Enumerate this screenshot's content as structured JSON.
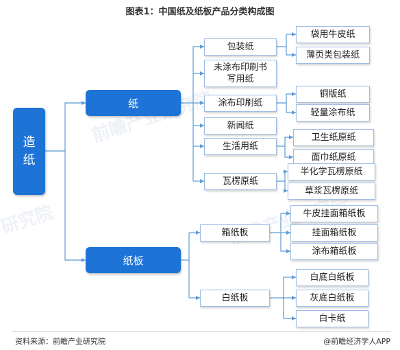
{
  "title": "图表1：中国纸及纸板产品分类构成图",
  "root": {
    "line1": "造",
    "line2": "纸"
  },
  "level1": {
    "paper": "纸",
    "board": "纸板"
  },
  "level2": {
    "packaging": "包装纸",
    "uncoated_line1": "未涂布印刷书",
    "uncoated_line2": "写用纸",
    "coated": "涂布印刷纸",
    "newsprint": "新闻纸",
    "household": "生活用纸",
    "corrugating": "瓦楞原纸",
    "containerboard": "箱纸板",
    "whiteboard": "白纸板"
  },
  "level3": {
    "kraft_bag": "袋用牛皮纸",
    "thin_packaging": "薄页类包装纸",
    "art_paper": "铜版纸",
    "lwc": "轻量涂布纸",
    "toilet": "卫生纸原纸",
    "tissue": "面巾纸原纸",
    "semichem": "半化学瓦楞原纸",
    "straw": "草浆瓦楞原纸",
    "kraft_liner": "牛皮挂面箱纸板",
    "liner": "挂面箱纸板",
    "coated_liner": "涂布箱纸板",
    "white_back": "白底白纸板",
    "grey_back": "灰底白纸板",
    "white_card": "白卡纸"
  },
  "footer": {
    "source": "资料来源：前瞻产业研究院",
    "brand": "@前瞻经济学人APP"
  },
  "watermark": {
    "text1": "前瞻产业研究院",
    "text2": "研究院"
  },
  "colors": {
    "primary": "#1e73d6",
    "connector": "#5b9bd5",
    "leaf_border": "#9fbde4"
  }
}
